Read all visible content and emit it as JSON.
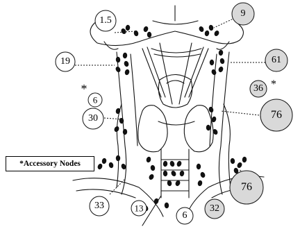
{
  "legend": {
    "text": "*Accessory Nodes"
  },
  "asterisk": "*",
  "badges": [
    {
      "text": "1.5"
    },
    {
      "text": "9"
    },
    {
      "text": "19"
    },
    {
      "text": "61"
    },
    {
      "text": "6"
    },
    {
      "text": "36"
    },
    {
      "text": "30"
    },
    {
      "text": "76"
    },
    {
      "text": "33"
    },
    {
      "text": "13"
    },
    {
      "text": "6"
    },
    {
      "text": "32"
    },
    {
      "text": "76"
    }
  ],
  "colors": {
    "shaded_badge": "#d9d9d9",
    "white_badge": "#ffffff",
    "ink": "#111111"
  }
}
